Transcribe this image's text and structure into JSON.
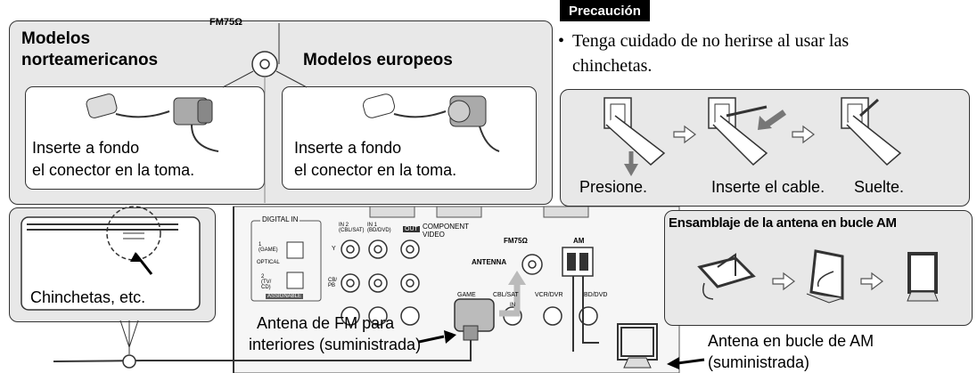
{
  "fm_section": {
    "fm75_label": "FM75Ω",
    "north_american_title_line1": "Modelos",
    "north_american_title_line2": "norteamericanos",
    "european_title": "Modelos europeos",
    "north_american_caption_line1": "Inserte a fondo",
    "north_american_caption_line2": "el conector en la toma.",
    "european_caption_line1": "Inserte a fondo",
    "european_caption_line2": "el conector en la toma."
  },
  "caution": {
    "header": "Precaución",
    "bullet": "•",
    "text_line1": "Tenga cuidado de no herirse al usar las",
    "text_line2": "chinchetas."
  },
  "steps": {
    "step1": "Presione.",
    "step2": "Inserte el cable.",
    "step3": "Suelte."
  },
  "pins_callout": {
    "label": "Chinchetas, etc."
  },
  "panel": {
    "digital_in": "DIGITAL IN",
    "game": "1 (GAME)",
    "optical": "OPTICAL",
    "tv_cd": "2 (TV/ CD)",
    "assignable": "ASSIGNABLE",
    "in2": "IN 2 (CBL/SAT)",
    "in1": "IN 1 (BD/DVD)",
    "out": "OUT",
    "component_video": "COMPONENT VIDEO",
    "y": "Y",
    "cb_pb": "CB/ PB",
    "fm75": "FM75Ω",
    "antenna": "ANTENNA",
    "am": "AM",
    "game_label": "GAME",
    "cbl_sat": "CBL/SAT",
    "vcr_dvr": "VCR/DVR",
    "bd_dvd": "BD/DVD",
    "in": "IN"
  },
  "am_assembly": {
    "title": "Ensamblaje de la antena en bucle AM"
  },
  "captions": {
    "fm_indoor_line1": "Antena de FM para",
    "fm_indoor_line2": "interiores (suministrada)",
    "am_loop_line1": "Antena en bucle de AM",
    "am_loop_line2": "(suministrada)"
  },
  "colors": {
    "callout_gray": "#e8e8e8",
    "header_black": "#000000",
    "arrow_outline": "#555555"
  }
}
